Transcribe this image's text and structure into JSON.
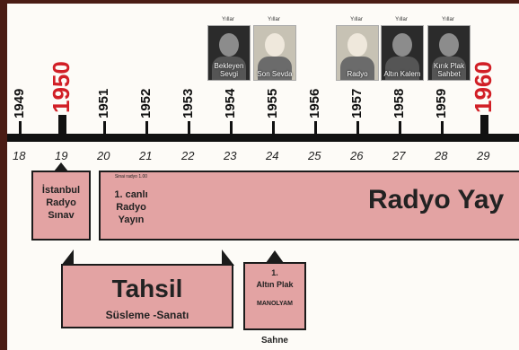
{
  "timeline": {
    "years": [
      {
        "label": "1949",
        "big": false
      },
      {
        "label": "1950",
        "big": true
      },
      {
        "label": "1951",
        "big": false
      },
      {
        "label": "1952",
        "big": false
      },
      {
        "label": "1953",
        "big": false
      },
      {
        "label": "1954",
        "big": false
      },
      {
        "label": "1955",
        "big": false
      },
      {
        "label": "1956",
        "big": false
      },
      {
        "label": "1957",
        "big": false
      },
      {
        "label": "1958",
        "big": false
      },
      {
        "label": "1959",
        "big": false
      },
      {
        "label": "1960",
        "big": true
      }
    ],
    "ages": [
      "18",
      "19",
      "20",
      "21",
      "22",
      "23",
      "24",
      "25",
      "26",
      "27",
      "28",
      "29"
    ]
  },
  "photos": [
    {
      "top": "Yıllar",
      "caption": "Bekleyen Sevgi"
    },
    {
      "top": "Yıllar",
      "caption": "Son Sevda"
    },
    {
      "top": "Yıllar",
      "caption": "Radyo"
    },
    {
      "top": "Yıllar",
      "caption": "Altın Kalem"
    },
    {
      "top": "Yıllar",
      "caption": "Kırık Plak Sahbet"
    }
  ],
  "events": {
    "exam": {
      "line1": "İstanbul",
      "line2": "Radyo",
      "line3": "Sınav"
    },
    "live": {
      "small": "Sinai radyo 1.00",
      "line1": "1. canlı",
      "line2": "Radyo",
      "line3": "Yayın"
    },
    "broadcast": {
      "label": "Radyo Yay"
    },
    "education": {
      "title": "Tahsil",
      "subtitle": "Süsleme -Sanatı"
    },
    "record": {
      "line1": "1.",
      "line2": "Altın Plak",
      "line3": "MANOLYAM"
    },
    "stage": {
      "label": "Sahne"
    }
  },
  "colors": {
    "accent_red": "#d11f26",
    "box_pink": "#e3a3a3",
    "frame": "#4a1c14"
  }
}
